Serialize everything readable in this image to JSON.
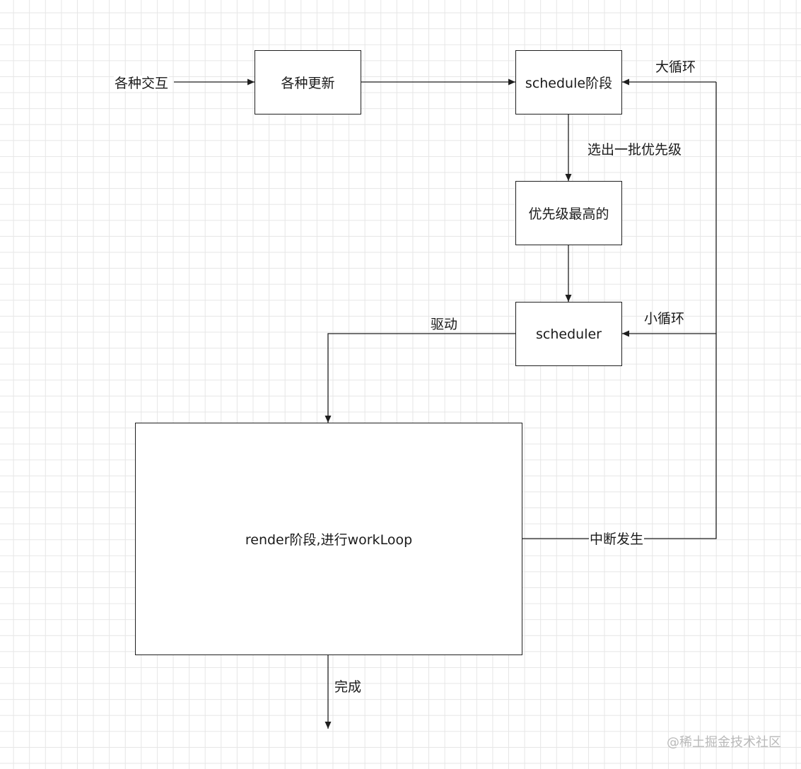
{
  "nodes": {
    "interactions": "各种交互",
    "updates": "各种更新",
    "schedule": "schedule阶段",
    "highest": "优先级最高的",
    "scheduler": "scheduler",
    "render": "render阶段,进行workLoop"
  },
  "edges": {
    "select_batch": "选出一批优先级",
    "big_loop": "大循环",
    "small_loop": "小循环",
    "drive": "驱动",
    "interrupt": "中断发生",
    "complete": "完成"
  },
  "watermark": "@稀土掘金技术社区",
  "colors": {
    "line": "#1f1f1f",
    "grid": "#e6e6e6",
    "watermark": "#b9b9b9"
  }
}
